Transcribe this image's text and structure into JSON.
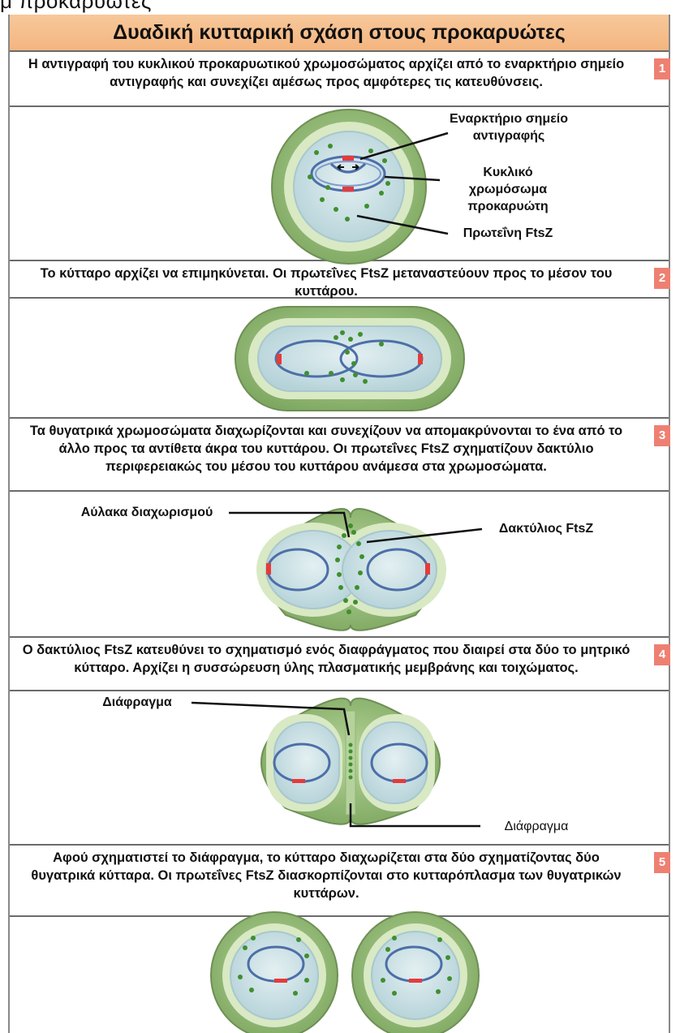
{
  "title": "Δυαδική κυτταρική σχάση στους προκαρυώτες",
  "cut_text": "μ προκαρυώτες",
  "steps": [
    {
      "num": "1",
      "text": "Η αντιγραφή του κυκλικού προκαρυωτικού χρωμοσώματος αρχίζει από το εναρκτήριο σημείο αντιγραφής και συνεχίζει αμέσως προς αμφότερες τις κατευθύνσεις."
    },
    {
      "num": "2",
      "text": "Το κύτταρο αρχίζει να επιμηκύνεται. Οι πρωτεΐνες FtsZ μεταναστεύουν προς το μέσον του κυττάρου."
    },
    {
      "num": "3",
      "text": "Τα θυγατρικά χρωμοσώματα διαχωρίζονται και συνεχίζουν να απομακρύνονται το ένα από το άλλο προς τα αντίθετα άκρα του κυττάρου. Οι πρωτεΐνες FtsZ σχηματίζουν δακτύλιο περιφερειακώς του μέσου του κυττάρου ανάμεσα στα χρωμοσώματα."
    },
    {
      "num": "4",
      "text": "Ο δακτύλιος FtsZ κατευθύνει το σχηματισμό ενός διαφράγματος που διαιρεί στα δύο το μητρικό κύτταρο. Αρχίζει η συσσώρευση ύλης πλασματικής μεμβράνης και τοιχώματος."
    },
    {
      "num": "5",
      "text": "Αφού σχηματιστεί το διάφραγμα, το κύτταρο διαχωρίζεται στα δύο σχηματίζοντας δύο θυγατρικά κύτταρα. Οι πρωτεΐνες FtsZ διασκορπίζονται στο κυτταρόπλασμα των θυγατρικών κυττάρων."
    }
  ],
  "labels": {
    "origin": "Εναρκτήριο σημείο αντιγραφής",
    "chromosome": "Κυκλικό χρωμόσωμα προκαρυώτη",
    "ftsz": "Πρωτεΐνη FtsZ",
    "furrow": "Αύλακα διαχωρισμού",
    "ring": "Δακτύλιος FtsZ",
    "septum_top": "Διάφραγμα",
    "septum_bottom": "Διάφραγμα"
  },
  "colors": {
    "header": "#f4b580",
    "cell_wall": "#8fb673",
    "membrane": "#cfe2b8",
    "cytoplasm": "#c3dde2",
    "dna": "#4d6fa8",
    "origin": "#e53b3b",
    "ftsz": "#3f8f2e",
    "step_badge": "#ee8072"
  }
}
